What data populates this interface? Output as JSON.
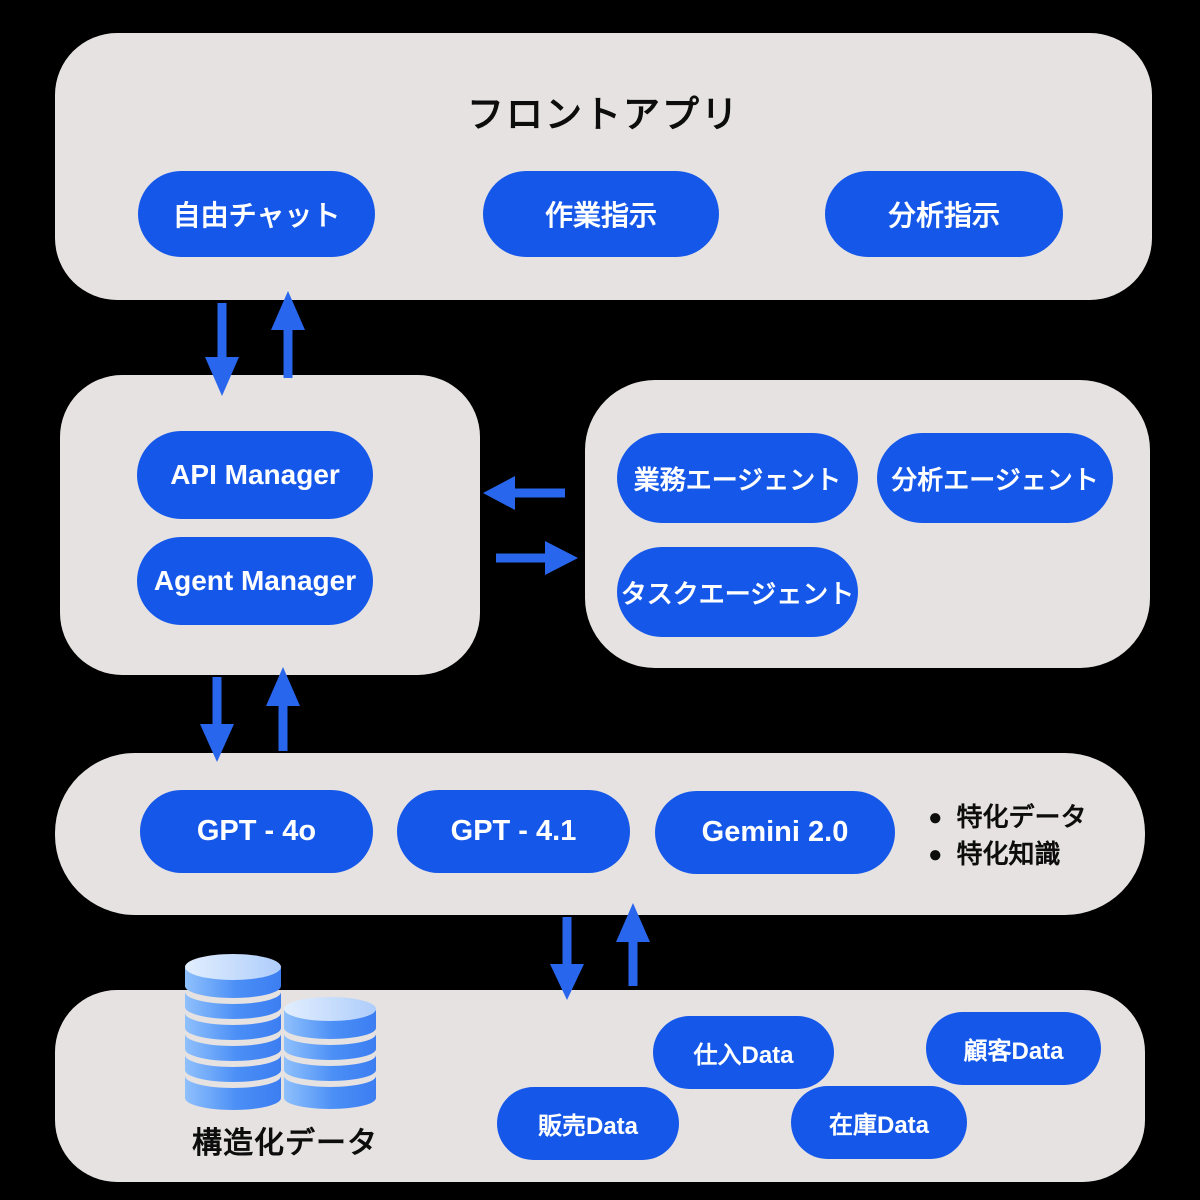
{
  "colors": {
    "background": "#000000",
    "box_bg": "#e6e2e1",
    "pill_bg": "#1558e9",
    "pill_text": "#ffffff",
    "arrow": "#2966ee",
    "ink": "#0d0d0d"
  },
  "diagram": {
    "front_app": {
      "title": "フロントアプリ",
      "pills": [
        "自由チャット",
        "作業指示",
        "分析指示"
      ]
    },
    "managers": {
      "pills": [
        "API Manager",
        "Agent Manager"
      ]
    },
    "agents": {
      "pills": [
        "業務エージェント",
        "分析エージェント",
        "タスクエージェント"
      ]
    },
    "models": {
      "pills": [
        "GPT - 4o",
        "GPT - 4.1",
        "Gemini 2.0"
      ],
      "bullets": [
        "特化データ",
        "特化知識"
      ]
    },
    "data_layer": {
      "database_label": "構造化データ",
      "pills": [
        "仕入Data",
        "顧客Data",
        "販売Data",
        "在庫Data"
      ]
    }
  }
}
